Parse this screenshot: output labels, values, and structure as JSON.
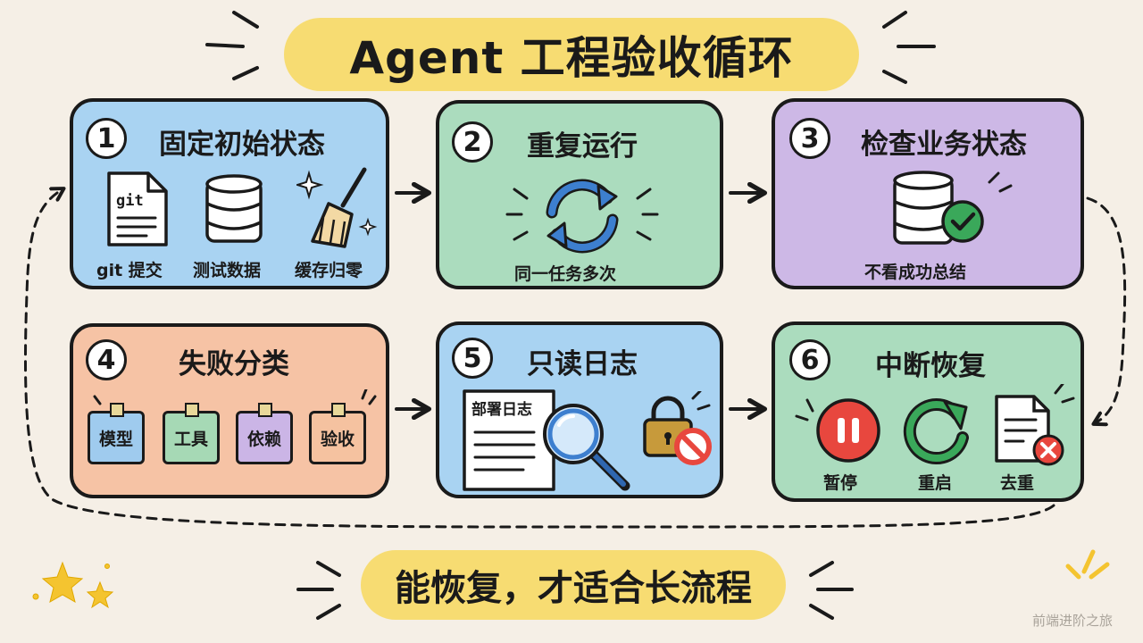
{
  "title": "Agent 工程验收循环",
  "footer": "能恢复，才适合长流程",
  "watermark": "前端进阶之旅",
  "colors": {
    "blue_card": "#a9d3f2",
    "green_card": "#abdcbe",
    "purple_card": "#cdb8e6",
    "peach_card": "#f6c3a5",
    "banner_yellow": "#f7dc72",
    "accent_blue": "#3d7fcf",
    "accent_green": "#3aa85a",
    "accent_red": "#e8473e"
  },
  "steps": [
    {
      "number": "1",
      "title": "固定初始状态",
      "items": [
        {
          "icon": "git-file-icon",
          "file_text": "git",
          "label": "git 提交"
        },
        {
          "icon": "database-icon",
          "label": "测试数据"
        },
        {
          "icon": "broom-icon",
          "label": "缓存归零"
        }
      ]
    },
    {
      "number": "2",
      "title": "重复运行",
      "items": [
        {
          "icon": "repeat-cycle-icon",
          "label": "同一任务多次"
        }
      ]
    },
    {
      "number": "3",
      "title": "检查业务状态",
      "items": [
        {
          "icon": "database-check-icon",
          "label": "不看成功总结"
        }
      ]
    },
    {
      "number": "4",
      "title": "失败分类",
      "items": [
        {
          "icon": "sticky-note",
          "label": "模型",
          "color": "#9fcbee"
        },
        {
          "icon": "sticky-note",
          "label": "工具",
          "color": "#a6d9b5"
        },
        {
          "icon": "sticky-note",
          "label": "依赖",
          "color": "#cbb5e6"
        },
        {
          "icon": "sticky-note",
          "label": "验收",
          "color": "#f5c2a0"
        }
      ]
    },
    {
      "number": "5",
      "title": "只读日志",
      "items": [
        {
          "icon": "log-document-icon",
          "label": "部署日志"
        },
        {
          "icon": "magnifier-icon"
        },
        {
          "icon": "lock-blocked-icon"
        }
      ]
    },
    {
      "number": "6",
      "title": "中断恢复",
      "items": [
        {
          "icon": "pause-icon",
          "label": "暂停"
        },
        {
          "icon": "restart-icon",
          "label": "重启"
        },
        {
          "icon": "dedupe-file-icon",
          "label": "去重"
        }
      ]
    }
  ]
}
